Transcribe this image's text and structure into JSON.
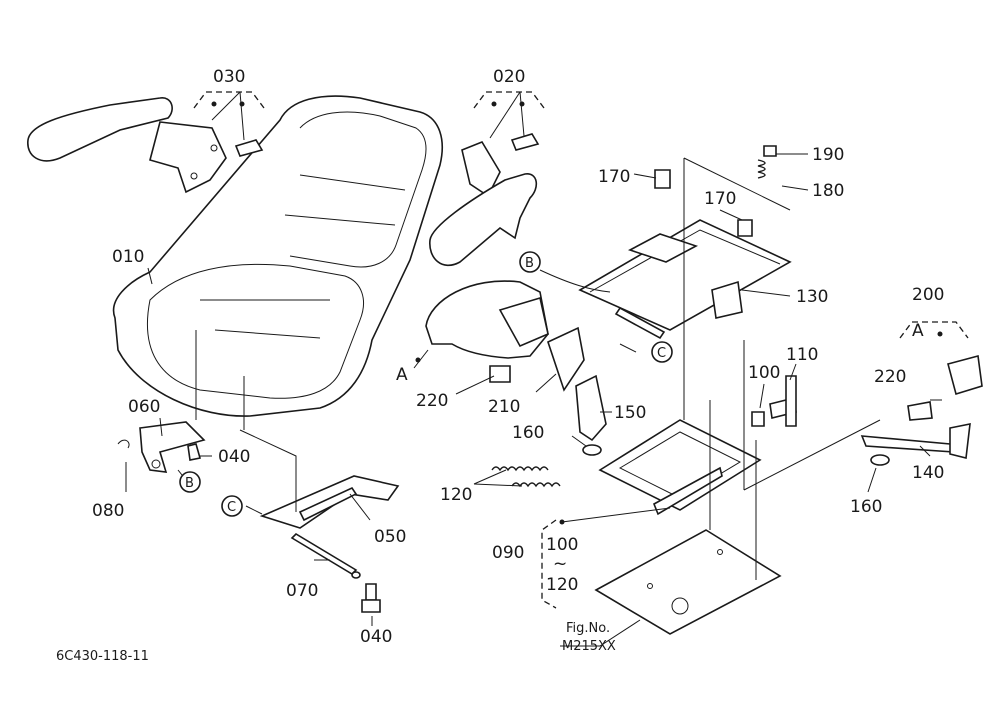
{
  "parts": {
    "p010": "010",
    "p020": "020",
    "p030": "030",
    "p040a": "040",
    "p040b": "040",
    "p050": "050",
    "p060": "060",
    "p070": "070",
    "p080": "080",
    "p090": "090",
    "p100a": "100",
    "p100b": "100",
    "p110": "110",
    "p120a": "120",
    "p120b": "120",
    "p130": "130",
    "p140": "140",
    "p150": "150",
    "p160a": "160",
    "p160b": "160",
    "p170a": "170",
    "p170b": "170",
    "p180": "180",
    "p190": "190",
    "p200": "200",
    "p210": "210",
    "p220a": "220",
    "p220b": "220"
  },
  "refs": {
    "A1": "A",
    "A2": "A",
    "B1": "B",
    "B2": "B",
    "C1": "C",
    "C2": "C",
    "tilde": "~"
  },
  "figure": {
    "fig_label": "Fig.No.",
    "fig_number": "M215XX",
    "code": "6C430-118-11"
  }
}
